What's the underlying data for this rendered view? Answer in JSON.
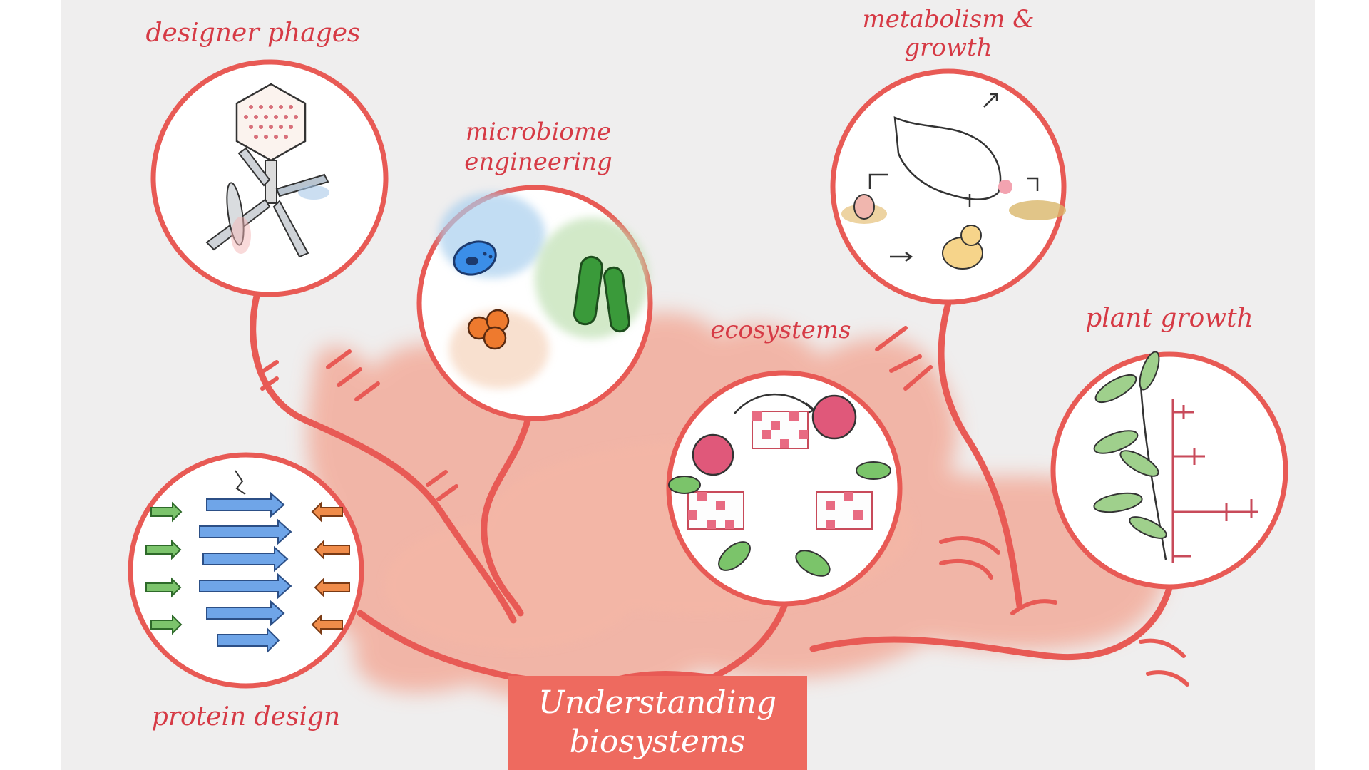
{
  "colors": {
    "accent": "#e85a55",
    "label": "#d63a45",
    "background": "#efeeee",
    "title_box": "#ee6a5f",
    "blob": "#f3a08c"
  },
  "title": {
    "line1": "Understanding",
    "line2": "biosystems"
  },
  "nodes": [
    {
      "id": "designer-phages",
      "label_lines": [
        "designer phages"
      ],
      "icon": "phage-swiss-knife-icon"
    },
    {
      "id": "microbiome-engineering",
      "label_lines": [
        "microbiome",
        "engineering"
      ],
      "icon": "bacteria-colonies-icon"
    },
    {
      "id": "metabolism-growth",
      "label_lines": [
        "metabolism &",
        "growth"
      ],
      "icon": "chicken-lifecycle-icon"
    },
    {
      "id": "ecosystems",
      "label_lines": [
        "ecosystems"
      ],
      "icon": "clover-flowers-icon"
    },
    {
      "id": "plant-growth",
      "label_lines": [
        "plant growth"
      ],
      "icon": "plant-measurement-icon"
    },
    {
      "id": "protein-design",
      "label_lines": [
        "protein design"
      ],
      "icon": "beta-sheet-arrows-icon"
    }
  ]
}
